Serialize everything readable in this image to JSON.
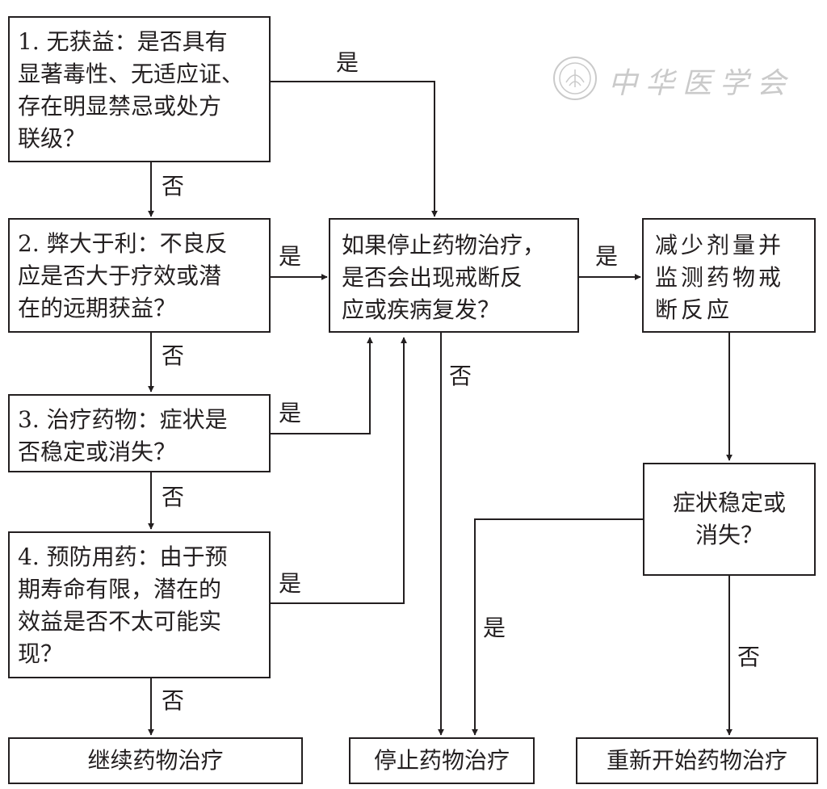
{
  "nodes": {
    "q1": "1. 无获益：是否具有\n显著毒性、无适应证、\n存在明显禁忌或处方\n联级？",
    "q2": "2. 弊大于利：不良反\n应是否大于疗效或潜\n在的远期获益？",
    "q3": "3. 治疗药物：症状是\n否稳定或消失？",
    "q4": "4. 预防用药：由于预\n期寿命有限，潜在的\n效益是否不太可能实\n现？",
    "stop_question": "如果停止药物治疗，\n是否会出现戒断反\n应或疾病复发？",
    "reduce_dose": "减少剂量并\n监测药物戒\n断反应",
    "symptom_check": "症状稳定或\n消失？",
    "continue_treatment": "继续药物治疗",
    "stop_treatment": "停止药物治疗",
    "restart_treatment": "重新开始药物治疗"
  },
  "edge_labels": {
    "q1_yes": "是",
    "q1_no": "否",
    "q2_yes": "是",
    "q2_no": "否",
    "q3_yes": "是",
    "q3_no": "否",
    "q4_yes": "是",
    "q4_no": "否",
    "stop_q_yes": "是",
    "stop_q_no": "否",
    "symptom_yes": "是",
    "symptom_no": "否"
  },
  "watermark": {
    "text": "中华医学会"
  },
  "colors": {
    "line": "#231f20",
    "watermark": "#8c8c8c"
  }
}
